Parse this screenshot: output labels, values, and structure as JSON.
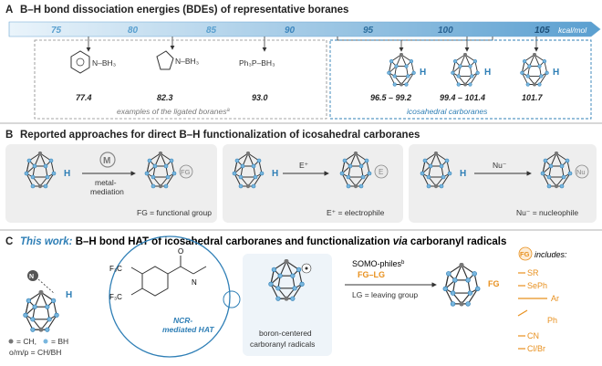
{
  "sectionA": {
    "letter": "A",
    "title": "B–H bond dissociation energies (BDEs) of representative boranes",
    "scale_unit": "kcal/mol",
    "scale_ticks": [
      "75",
      "80",
      "85",
      "90",
      "95",
      "100",
      "105"
    ],
    "ligated": [
      {
        "formula": "N–BH₃",
        "value": "77.4"
      },
      {
        "formula": "N–BH₃",
        "value": "82.3"
      },
      {
        "formula": "Ph₃P–BH₃",
        "value": "93.0"
      }
    ],
    "ligated_caption": "examples of the ligated boranes",
    "ligated_caption_sup": "a",
    "carboranes": [
      {
        "value": "96.5 – 99.2"
      },
      {
        "value": "99.4 – 101.4"
      },
      {
        "value": "101.7"
      }
    ],
    "carborane_caption": "icosahedral carboranes"
  },
  "sectionB": {
    "letter": "B",
    "title": "Reported approaches for direct B–H functionalization of icosahedral carboranes",
    "panel1": {
      "metal": "M",
      "arrow_label1": "metal-",
      "arrow_label2": "mediation",
      "group": "FG",
      "legend": "FG = functional group"
    },
    "panel2": {
      "reagent": "E⁺",
      "group": "E",
      "legend": "E⁺ = electrophile"
    },
    "panel3": {
      "reagent": "Nu⁻",
      "group": "Nu",
      "legend": "Nu⁻ = nucleophile"
    }
  },
  "sectionC": {
    "letter": "C",
    "title_lead": "This work:",
    "title_rest": " B–H bond HAT of icosahedral carboranes and functionalization ",
    "title_via": "via",
    "title_tail": " carboranyl radicals",
    "key1": "= CH,",
    "key2": "= BH",
    "key3": "o/m/p = CH/BH",
    "reagent_label1": "NCR-",
    "reagent_label2": "mediated HAT",
    "cf3": "F₃C",
    "radical_label1": "boron-centered",
    "radical_label2": "carboranyl radicals",
    "somo": "SOMO-philes",
    "somo_sup": "b",
    "fg_lg": "FG–LG",
    "lg_legend": "LG = leaving group",
    "product_group": "FG",
    "includes_label": "includes:",
    "includes": [
      "SR",
      "SePh",
      "Ar",
      "Ph",
      "CN",
      "Cl/Br"
    ]
  },
  "colors": {
    "accent_blue": "#2f7fb6",
    "orange": "#e8901e",
    "scale_blue": "#5aa0cf",
    "panel_gray": "#eeeeee"
  }
}
